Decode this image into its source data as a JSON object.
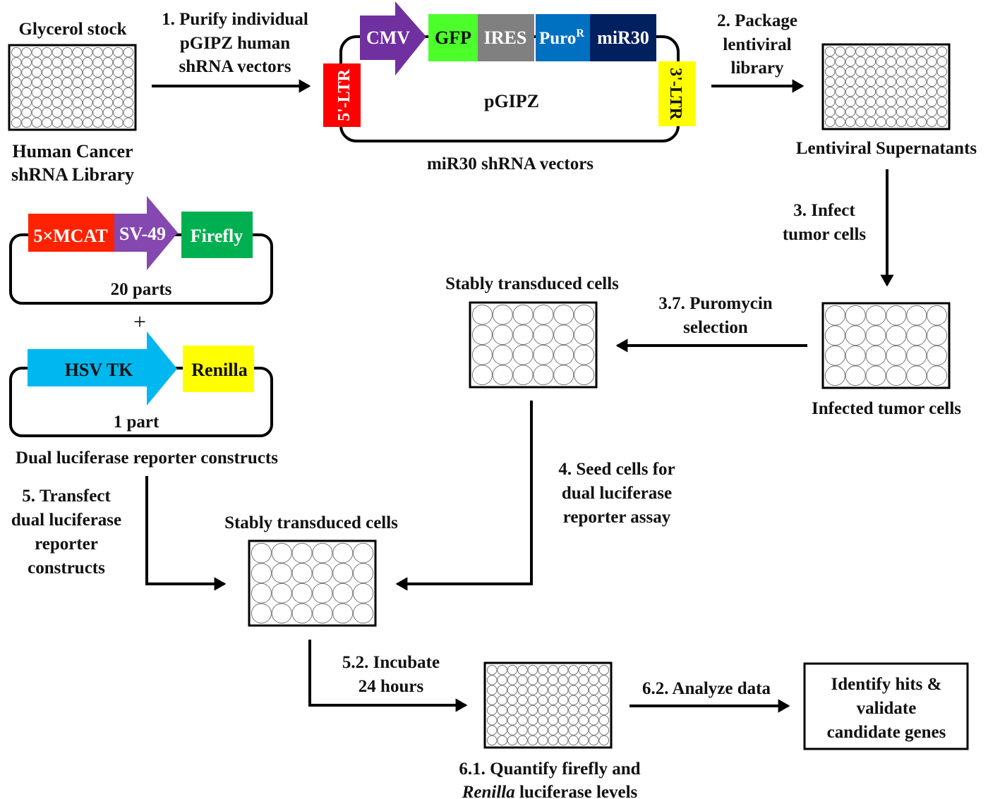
{
  "colors": {
    "ltr5": "#ff0000",
    "ltr3": "#ffff00",
    "cmv": "#7030a0",
    "gfp": "#4cff2a",
    "ires": "#808080",
    "puro": "#0070c0",
    "mir30": "#002060",
    "mcat": "#ff2200",
    "sv49": "#8547b0",
    "firefly": "#00b050",
    "hsvtk": "#00b8ef",
    "renilla": "#ffff00"
  },
  "glycerol": {
    "title": "Glycerol stock",
    "caption_line1": "Human Cancer",
    "caption_line2": "shRNA Library"
  },
  "step1": {
    "line1": "1. Purify individual",
    "line2": "pGIPZ human",
    "line3": "shRNA vectors"
  },
  "pgipz": {
    "ltr5": "5'-LTR",
    "cmv": "CMV",
    "gfp": "GFP",
    "ires": "IRES",
    "puro": "Puro",
    "puro_sup": "R",
    "mir30": "miR30",
    "ltr3": "3'-LTR",
    "name": "pGIPZ",
    "caption": "miR30 shRNA vectors"
  },
  "step2": {
    "line1": "2. Package",
    "line2": "lentiviral",
    "line3": "library"
  },
  "lentiviral": {
    "caption": "Lentiviral Supernatants"
  },
  "step3": {
    "line1": "3. Infect",
    "line2": "tumor cells"
  },
  "infected": {
    "caption": "Infected tumor cells"
  },
  "step37": {
    "line1": "3.7. Puromycin",
    "line2": "selection"
  },
  "stable_top": {
    "title": "Stably transduced cells"
  },
  "reporter": {
    "mcat": "5×MCAT",
    "sv49": "SV-49",
    "firefly": "Firefly",
    "parts20": "20 parts",
    "plus": "+",
    "hsvtk": "HSV TK",
    "renilla": "Renilla",
    "part1": "1 part",
    "caption": "Dual luciferase reporter constructs"
  },
  "step4": {
    "line1": "4. Seed cells for",
    "line2": "dual luciferase",
    "line3": "reporter assay"
  },
  "step5": {
    "line1": "5. Transfect",
    "line2": "dual luciferase",
    "line3": "reporter",
    "line4": "constructs"
  },
  "stable_bottom": {
    "title": "Stably transduced cells"
  },
  "step52": {
    "line1": "5.2. Incubate",
    "line2": "24 hours"
  },
  "step61": {
    "line1": "6.1. Quantify firefly and",
    "line2_italic": "Renilla",
    "line2_rest": " luciferase levels"
  },
  "step62": {
    "label": "6.2. Analyze data"
  },
  "final": {
    "line1": "Identify hits &",
    "line2": "validate",
    "line3": "candidate genes"
  },
  "plates": {
    "well96": {
      "rows": 8,
      "cols": 12
    },
    "well24": {
      "rows": 4,
      "cols": 6
    }
  }
}
